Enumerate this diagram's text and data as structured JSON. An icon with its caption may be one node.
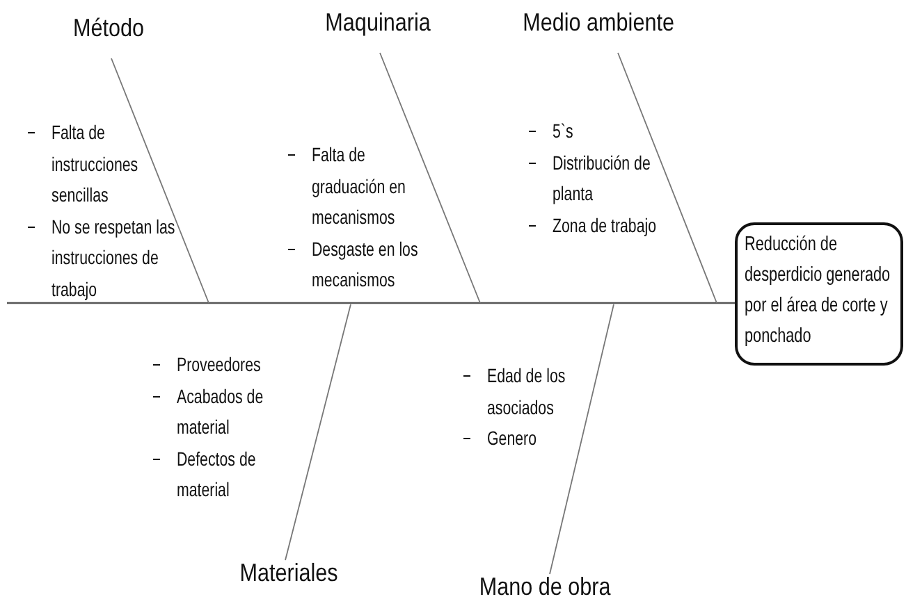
{
  "diagram": {
    "nodes": [
      {
        "text": [
          "Reducción de desperdicio generado por el área de corte y ponchado"
        ]
      },
      {
        "text": [
          "Método"
        ]
      },
      {
        "text": [
          "Maquinaria"
        ]
      },
      {
        "text": [
          "Medio ambiente"
        ]
      },
      {
        "text": [
          "Materiales"
        ]
      },
      {
        "text": [
          "Mano de obra"
        ]
      }
    ],
    "edges": [
      {
        "from": null,
        "to": 0,
        "arrow": "none"
      },
      {
        "from": 1,
        "to": null,
        "arrow": "none"
      },
      {
        "from": 2,
        "to": null,
        "arrow": "none"
      },
      {
        "from": 3,
        "to": null,
        "arrow": "none"
      },
      {
        "from": 4,
        "to": null,
        "arrow": "none"
      },
      {
        "from": 5,
        "to": null,
        "arrow": "none"
      }
    ],
    "labels": [
      "Falta de instrucciones sencillas",
      "No se respetan las instrucciones de trabajo",
      "Falta de graduación en mecanismos",
      "Desgaste en los mecanismos",
      "5`s",
      "Distribución de planta",
      "Zona de trabajo",
      "Proveedores",
      "Acabados de material",
      "Defectos de material",
      "Edad de los asociados",
      "Genero"
    ]
  }
}
